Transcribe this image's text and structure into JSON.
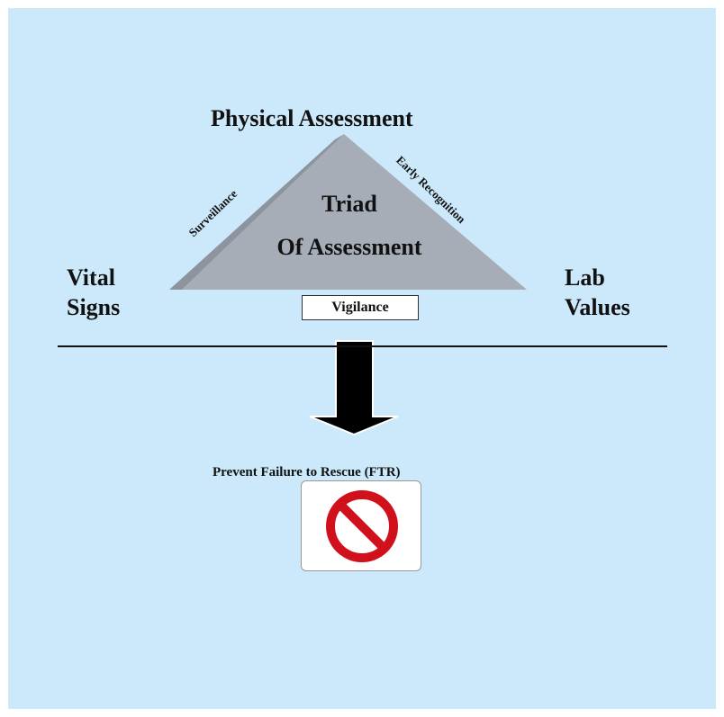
{
  "diagram": {
    "top_label": "Physical Assessment",
    "left_label": [
      "Vital",
      "Signs"
    ],
    "right_label": [
      "Lab",
      "Values"
    ],
    "center_lines": [
      "Triad",
      "Of Assessment"
    ],
    "left_edge_label": "Surveillance",
    "right_edge_label": "Early Recognition",
    "bottom_box_label": "Vigilance",
    "outcome_label": "Prevent Failure to Rescue (FTR)",
    "outcome_icon": "prohibition-icon"
  },
  "colors": {
    "background": "#cce9fb",
    "triangle": "#a6adb6",
    "prohibition": "#d0101a"
  }
}
